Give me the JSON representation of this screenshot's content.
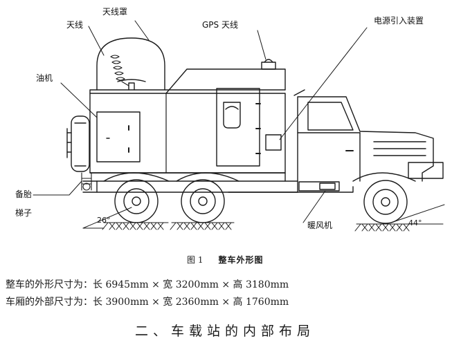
{
  "figure": {
    "labels": {
      "antenna_cover": "天线罩",
      "antenna": "天线",
      "gps_antenna": "GPS 天线",
      "power_inlet": "电源引入装置",
      "generator": "油机",
      "spare_tire": "备胎",
      "ladder": "梯子",
      "heater": "暖风机",
      "angle_rear": "26°",
      "angle_front": "44°"
    },
    "caption_number": "图 1",
    "caption_title": "整车外形图"
  },
  "specs": [
    "整车的外形尺寸为：长 6945mm × 宽 3200mm × 高 3180mm",
    "车厢的外部尺寸为：长 3900mm × 宽 2360mm × 高 1760mm"
  ],
  "section_heading": "二、车载站的内部布局"
}
